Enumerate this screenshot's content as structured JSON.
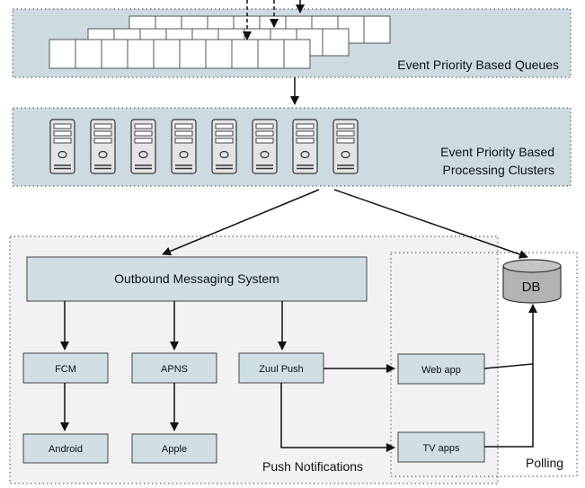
{
  "colors": {
    "band_fill": "#ccdbe1",
    "box_fill": "#cfdfe4",
    "group_fill": "#f2f2f2",
    "server_fill": "#e4e4e4",
    "db_fill": "#b3b3b3",
    "line": "#111111"
  },
  "queues_band": {
    "label": "Event Priority Based Queues"
  },
  "clusters_band": {
    "label_line1": "Event Priority Based",
    "label_line2": "Processing Clusters"
  },
  "outbound": {
    "label": "Outbound Messaging System"
  },
  "nodes": {
    "fcm": "FCM",
    "apns": "APNS",
    "zuul": "Zuul Push",
    "android": "Android",
    "apple": "Apple",
    "webapp": "Web app",
    "tvapps": "TV apps",
    "db": "DB"
  },
  "groups": {
    "push": "Push Notifications",
    "polling": "Polling"
  },
  "icons": {
    "server": "server-icon",
    "queue_cell": "queue-cell",
    "database": "database-icon"
  }
}
